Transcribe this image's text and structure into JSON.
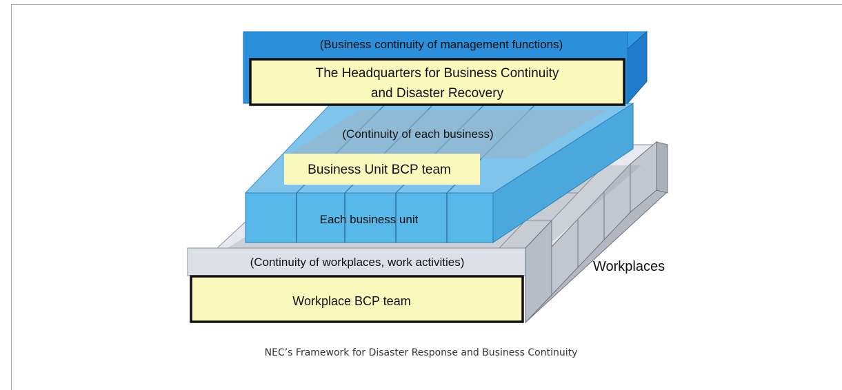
{
  "diagram": {
    "top_subtitle": "(Business continuity of management functions)",
    "hq_title_line1": "The Headquarters for Business Continuity",
    "hq_title_line2": "and Disaster Recovery",
    "middle_subtitle": "(Continuity of each business)",
    "business_unit_team": "Business Unit BCP team",
    "each_business_unit": "Each business unit",
    "bottom_subtitle": "(Continuity of workplaces, work activities)",
    "workplace_team": "Workplace BCP team",
    "workplaces_label": "Workplaces"
  },
  "caption": "NEC’s Framework for Disaster Response and Business Continuity"
}
